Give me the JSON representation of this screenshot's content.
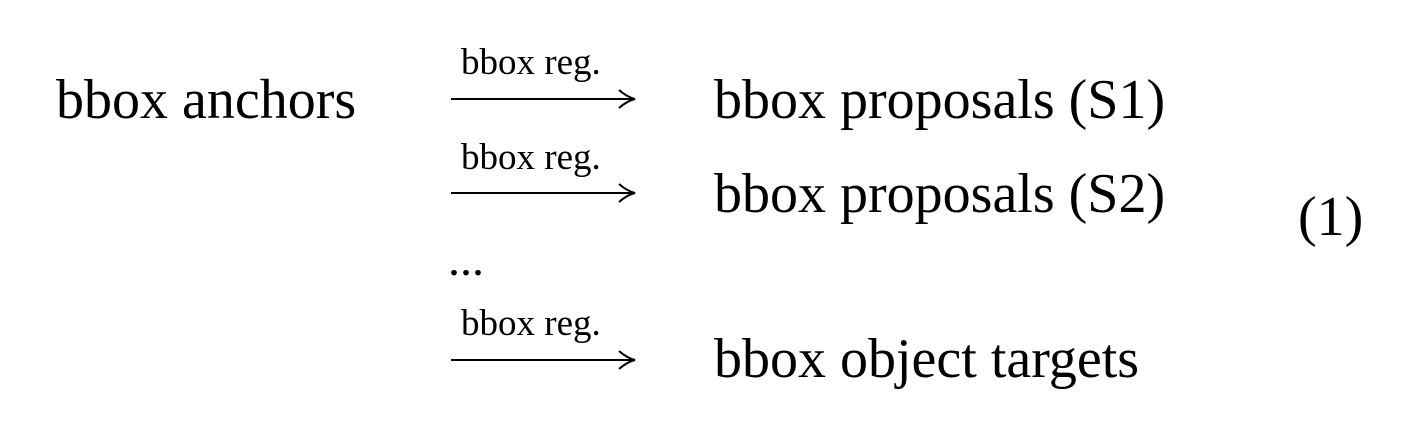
{
  "equation": {
    "source": "bbox anchors",
    "arrow_label": "bbox reg.",
    "targets": [
      "bbox proposals (S1)",
      "bbox proposals (S2)",
      "...",
      "bbox object targets"
    ],
    "equation_number": "(1)"
  }
}
